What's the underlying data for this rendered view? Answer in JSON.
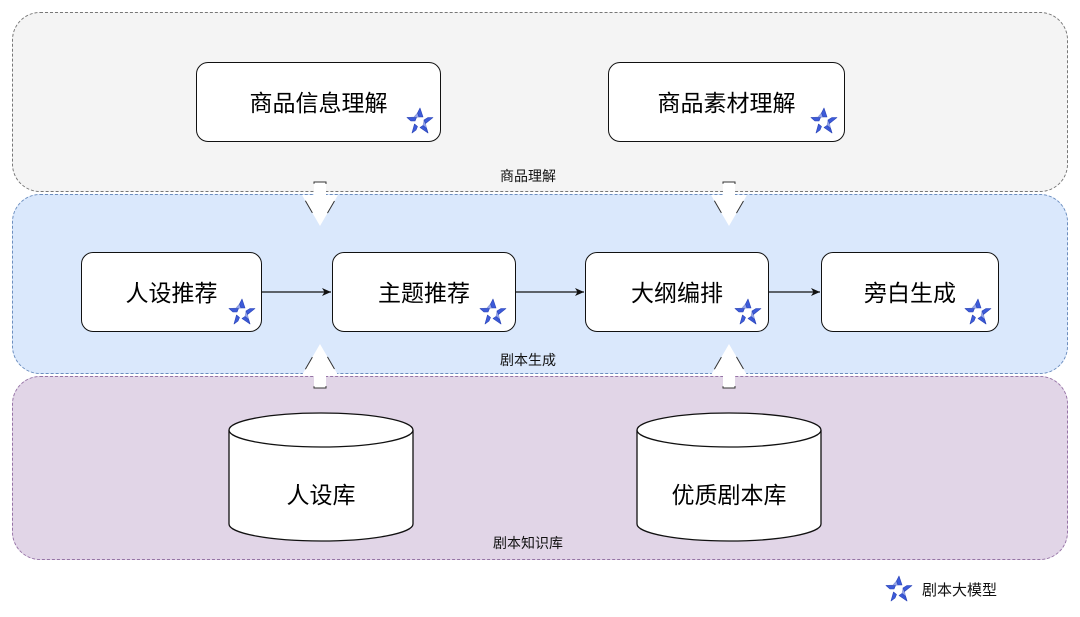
{
  "groups": {
    "product_understanding": {
      "label": "商品理解",
      "color": "#f4f4f4"
    },
    "script_generation": {
      "label": "剧本生成",
      "color": "#dae8fc"
    },
    "script_knowledge_base": {
      "label": "剧本知识库",
      "color": "#e1d5e7"
    }
  },
  "nodes": {
    "product_info": {
      "label": "商品信息理解",
      "model_icon": "script-llm-star-icon"
    },
    "product_material": {
      "label": "商品素材理解",
      "model_icon": "script-llm-star-icon"
    },
    "persona_recommend": {
      "label": "人设推荐",
      "model_icon": "script-llm-star-icon"
    },
    "theme_recommend": {
      "label": "主题推荐",
      "model_icon": "script-llm-star-icon"
    },
    "outline_arrange": {
      "label": "大纲编排",
      "model_icon": "script-llm-star-icon"
    },
    "narration_generate": {
      "label": "旁白生成",
      "model_icon": "script-llm-star-icon"
    }
  },
  "databases": {
    "persona_db": {
      "label": "人设库"
    },
    "quality_script_db": {
      "label": "优质剧本库"
    }
  },
  "edges": [
    {
      "from": "persona_recommend",
      "to": "theme_recommend"
    },
    {
      "from": "theme_recommend",
      "to": "outline_arrange"
    },
    {
      "from": "outline_arrange",
      "to": "narration_generate"
    },
    {
      "from": "product_understanding",
      "to": "theme_recommend",
      "style": "block-arrow-down"
    },
    {
      "from": "product_understanding",
      "to": "outline_arrange",
      "style": "block-arrow-down"
    },
    {
      "from": "persona_db",
      "to": "theme_recommend",
      "style": "block-arrow-up"
    },
    {
      "from": "quality_script_db",
      "to": "outline_arrange",
      "style": "block-arrow-up"
    }
  ],
  "legend": {
    "icon": "script-llm-star-icon",
    "label": "剧本大模型",
    "icon_color": "#3d5bd9"
  }
}
